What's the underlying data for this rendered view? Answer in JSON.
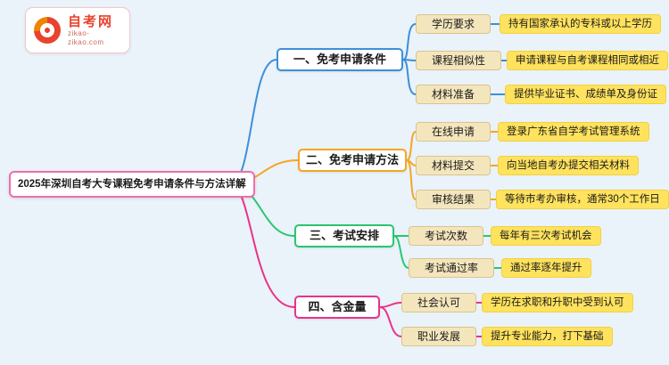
{
  "logo": {
    "title": "自考网",
    "subtitle": "zikao-zikao.com"
  },
  "root": {
    "label": "2025年深圳自考大专课程免考申请条件与方法详解"
  },
  "colors": {
    "background": "#EAF2FA",
    "branch1": "#3D8FD9",
    "branch2": "#F5A623",
    "branch3": "#28C76F",
    "branch4": "#E9338A",
    "sub_label_fill": "#F4E6BC",
    "detail_fill": "#FFE25E",
    "logo_red": "#E8432D"
  },
  "branches": [
    {
      "label": "一、免考申请条件",
      "color": "#3D8FD9",
      "children": [
        {
          "label": "学历要求",
          "detail": "持有国家承认的专科或以上学历"
        },
        {
          "label": "课程相似性",
          "detail": "申请课程与自考课程相同或相近"
        },
        {
          "label": "材料准备",
          "detail": "提供毕业证书、成绩单及身份证"
        }
      ]
    },
    {
      "label": "二、免考申请方法",
      "color": "#F5A623",
      "children": [
        {
          "label": "在线申请",
          "detail": "登录广东省自学考试管理系统"
        },
        {
          "label": "材料提交",
          "detail": "向当地自考办提交相关材料"
        },
        {
          "label": "审核结果",
          "detail": "等待市考办审核，通常30个工作日"
        }
      ]
    },
    {
      "label": "三、考试安排",
      "color": "#28C76F",
      "children": [
        {
          "label": "考试次数",
          "detail": "每年有三次考试机会"
        },
        {
          "label": "考试通过率",
          "detail": "通过率逐年提升"
        }
      ]
    },
    {
      "label": "四、含金量",
      "color": "#E9338A",
      "children": [
        {
          "label": "社会认可",
          "detail": "学历在求职和升职中受到认可"
        },
        {
          "label": "职业发展",
          "detail": "提升专业能力，打下基础"
        }
      ]
    }
  ]
}
